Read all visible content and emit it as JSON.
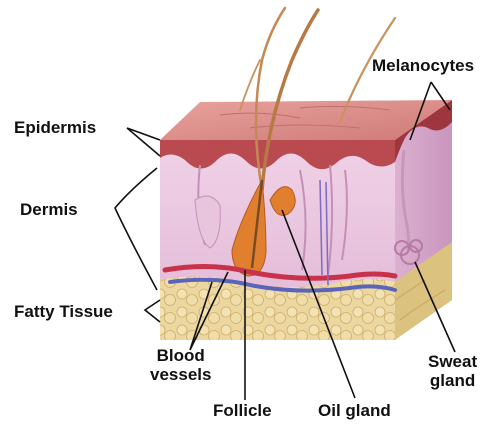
{
  "labels": {
    "epidermis": "Epidermis",
    "dermis": "Dermis",
    "fatty_tissue": "Fatty Tissue",
    "melanocytes": "Melanocytes",
    "blood_vessels_line1": "Blood",
    "blood_vessels_line2": "vessels",
    "follicle": "Follicle",
    "oil_gland": "Oil gland",
    "sweat_gland_line1": "Sweat",
    "sweat_gland_line2": "gland"
  },
  "colors": {
    "epidermis_top": "#d98a85",
    "epidermis_layer": "#b84a4f",
    "dermis": "#ecc9e2",
    "dermis_side": "#d8a9cc",
    "fat": "#e9d39a",
    "hair": "#b87a45",
    "follicle": "#e0802f",
    "artery": "#c8324a",
    "vein": "#5a64b8",
    "leader_line": "#111111"
  }
}
